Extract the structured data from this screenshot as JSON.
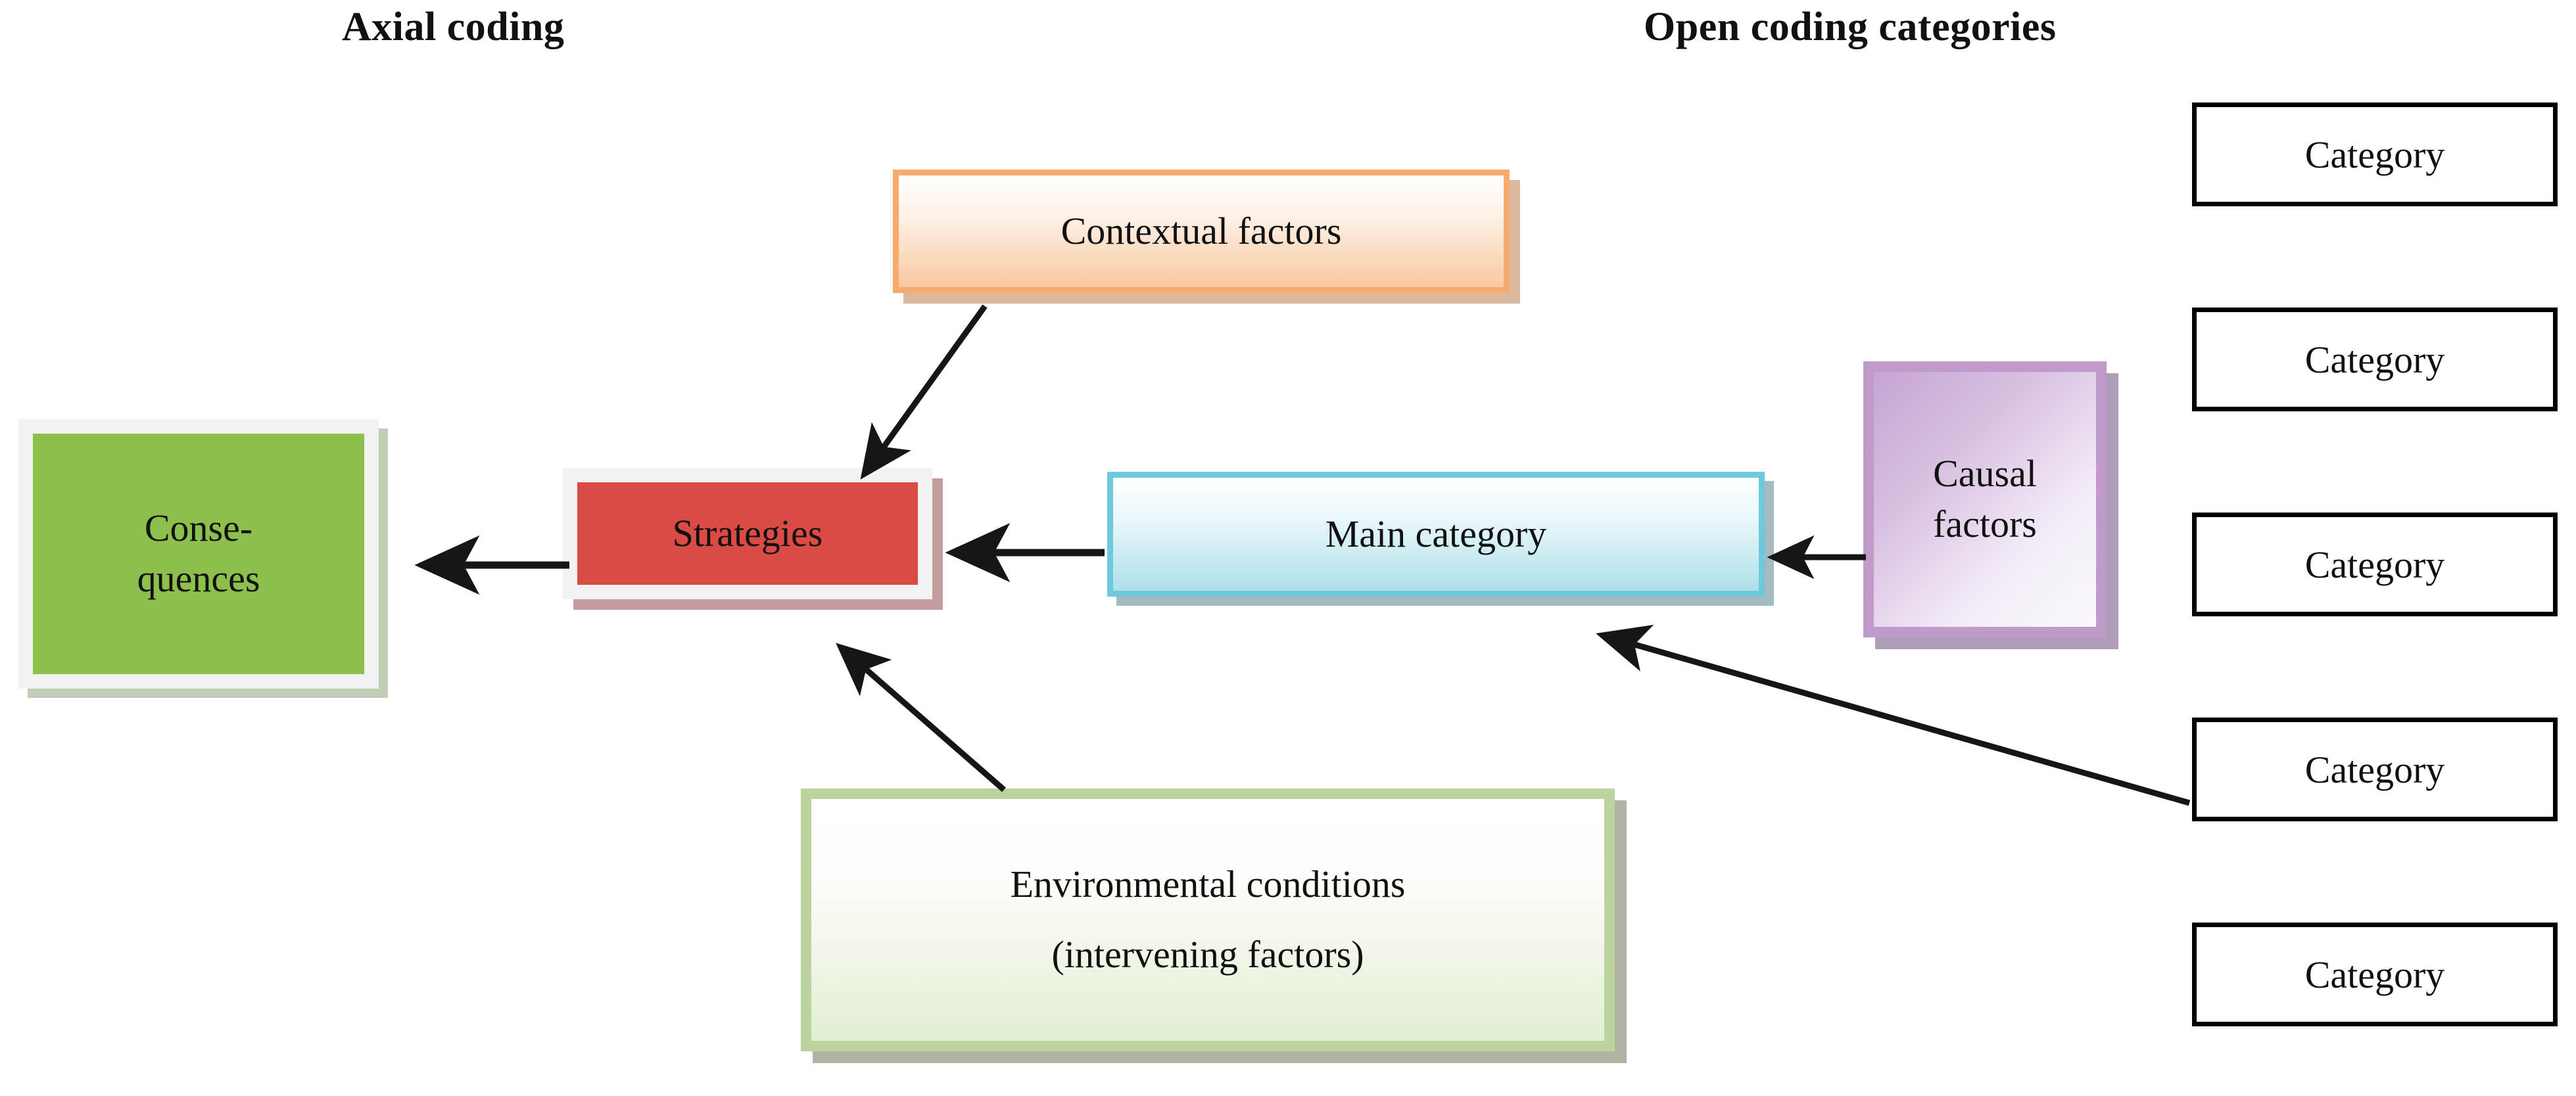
{
  "headings": {
    "axial": "Axial coding",
    "open": "Open coding categories"
  },
  "nodes": {
    "contextual": {
      "label": "Contextual factors",
      "color": "#F7AC6E"
    },
    "main": {
      "label": "Main category",
      "color": "#6EC8DE"
    },
    "strategies": {
      "label": "Strategies",
      "color": "#DB4B46"
    },
    "consequences": {
      "line1": "Conse-",
      "line2": "quences",
      "color": "#8CBF4B"
    },
    "causal": {
      "line1": "Causal",
      "line2": "factors",
      "color": "#BF9ACB"
    },
    "environmental": {
      "line1": "Environmental conditions",
      "line2": "(intervening factors)",
      "color": "#BCD3A0"
    }
  },
  "categories": [
    {
      "label": "Category"
    },
    {
      "label": "Category"
    },
    {
      "label": "Category"
    },
    {
      "label": "Category"
    },
    {
      "label": "Category"
    }
  ],
  "arrows": [
    {
      "name": "contextual-to-strategies",
      "from": "Contextual factors",
      "to": "Strategies"
    },
    {
      "name": "main-to-strategies",
      "from": "Main category",
      "to": "Strategies"
    },
    {
      "name": "strategies-to-consequences",
      "from": "Strategies",
      "to": "Consequences"
    },
    {
      "name": "causal-to-main",
      "from": "Causal factors",
      "to": "Main category"
    },
    {
      "name": "environmental-to-strategies",
      "from": "Environmental conditions",
      "to": "Strategies"
    },
    {
      "name": "category4-to-main",
      "from": "Category",
      "to": "Main category"
    }
  ],
  "colors": {
    "arrow": "#161616",
    "background": "#ffffff",
    "text": "#111111"
  }
}
